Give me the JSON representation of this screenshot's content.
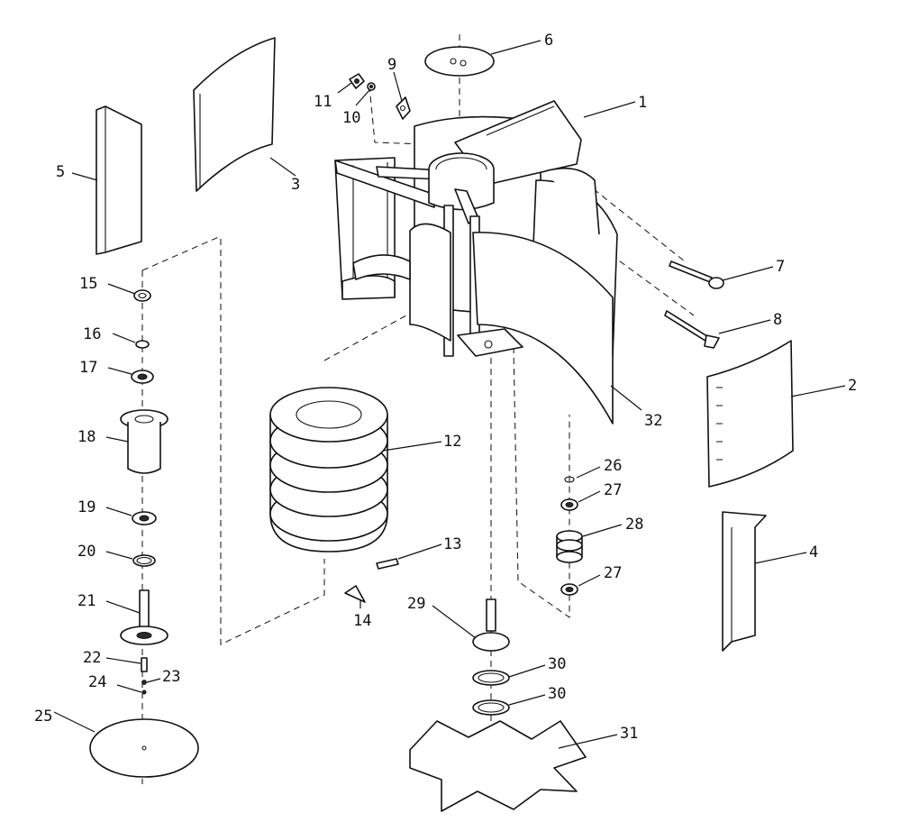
{
  "diagram": {
    "callouts": [
      {
        "id": "1",
        "text": "1"
      },
      {
        "id": "2",
        "text": "2"
      },
      {
        "id": "3",
        "text": "3"
      },
      {
        "id": "4",
        "text": "4"
      },
      {
        "id": "5",
        "text": "5"
      },
      {
        "id": "6",
        "text": "6"
      },
      {
        "id": "7",
        "text": "7"
      },
      {
        "id": "8",
        "text": "8"
      },
      {
        "id": "9",
        "text": "9"
      },
      {
        "id": "10",
        "text": "10"
      },
      {
        "id": "11",
        "text": "11"
      },
      {
        "id": "12",
        "text": "12"
      },
      {
        "id": "13",
        "text": "13"
      },
      {
        "id": "14",
        "text": "14"
      },
      {
        "id": "15",
        "text": "15"
      },
      {
        "id": "16",
        "text": "16"
      },
      {
        "id": "17",
        "text": "17"
      },
      {
        "id": "18",
        "text": "18"
      },
      {
        "id": "19",
        "text": "19"
      },
      {
        "id": "20",
        "text": "20"
      },
      {
        "id": "21",
        "text": "21"
      },
      {
        "id": "22",
        "text": "22"
      },
      {
        "id": "23",
        "text": "23"
      },
      {
        "id": "24",
        "text": "24"
      },
      {
        "id": "25",
        "text": "25"
      },
      {
        "id": "26",
        "text": "26"
      },
      {
        "id": "27a",
        "text": "27"
      },
      {
        "id": "27b",
        "text": "27"
      },
      {
        "id": "28",
        "text": "28"
      },
      {
        "id": "29",
        "text": "29"
      },
      {
        "id": "30a",
        "text": "30"
      },
      {
        "id": "30b",
        "text": "30"
      },
      {
        "id": "31",
        "text": "31"
      },
      {
        "id": "32",
        "text": "32"
      }
    ]
  }
}
